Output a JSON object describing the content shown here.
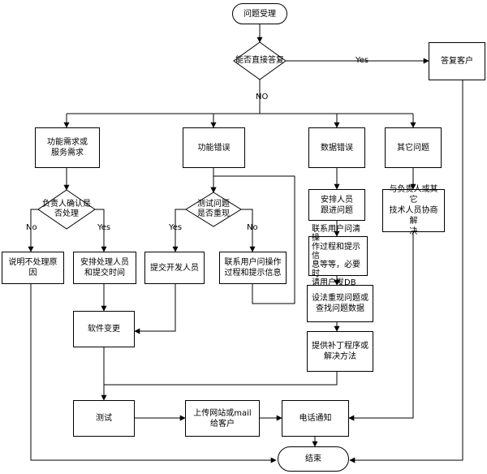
{
  "nodes": {
    "start": "问题受理",
    "can_answer": "能否直接答复",
    "reply_customer": "答复客户",
    "func_request": "功能需求或\n服务需求",
    "func_error": "功能错误",
    "data_error": "数据错误",
    "other_issue": "其它问题",
    "confirm_handle": "负责人确认是\n否处理",
    "test_reproduce": "测试问题\n是否重现",
    "assign_person": "安排人员\n跟进问题",
    "negotiate": "与负责人或其它\n技术人员协商解\n决",
    "explain_reason": "说明不处理原因",
    "arrange_staff": "安排处理人员\n和提交时间",
    "submit_dev": "提交开发人员",
    "contact_user_ops": "联系用户问操作\n过程和提示信息",
    "contact_user_db": "联系用户问清操\n作过程和提示信\n息等等，必要时\n请用户发DB",
    "reproduce_data": "设法重现问题或\n查找问题数据",
    "software_change": "软件变更",
    "provide_patch": "提供补丁程序或\n解决方法",
    "test": "测试",
    "upload": "上传网站或mail\n给客户",
    "phone_notify": "电话通知",
    "end": "结束"
  },
  "edge_labels": {
    "yes_reply": "Yes",
    "no_main": "NO",
    "no_confirm": "No",
    "yes_confirm": "Yes",
    "yes_reproduce": "Yes",
    "no_reproduce": "No"
  }
}
